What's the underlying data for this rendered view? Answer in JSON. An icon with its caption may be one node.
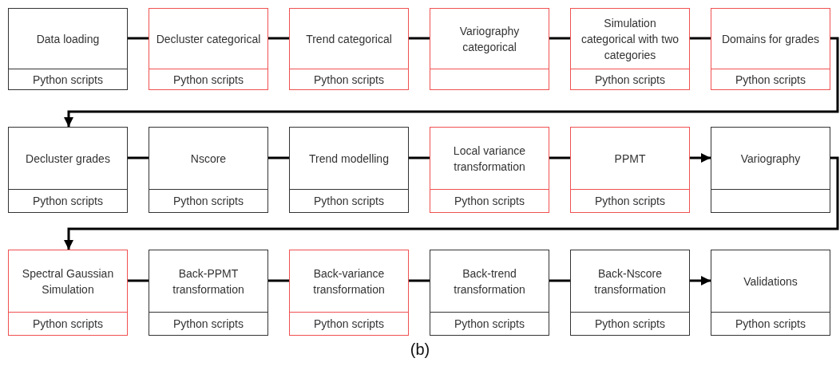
{
  "diagram": {
    "caption": "(b)",
    "nodes": [
      {
        "text": [
          "Data loading",
          "Python scripts"
        ]
      },
      {
        "text": [
          "Decluster categorical",
          "Python scripts"
        ]
      },
      {
        "text": [
          "Trend categorical",
          "Python scripts"
        ]
      },
      {
        "text": [
          "Variography categorical"
        ]
      },
      {
        "text": [
          "Simulation categorical with two categories",
          "Python scripts"
        ]
      },
      {
        "text": [
          "Domains for grades",
          "Python scripts"
        ]
      },
      {
        "text": [
          "Decluster grades",
          "Python scripts"
        ]
      },
      {
        "text": [
          "Nscore",
          "Python scripts"
        ]
      },
      {
        "text": [
          "Trend modelling",
          "Python scripts"
        ]
      },
      {
        "text": [
          "Local variance transformation",
          "Python scripts"
        ]
      },
      {
        "text": [
          "PPMT",
          "Python scripts"
        ]
      },
      {
        "text": [
          "Variography"
        ]
      },
      {
        "text": [
          "Spectral Gaussian Simulation",
          "Python scripts"
        ]
      },
      {
        "text": [
          "Back-PPMT transformation",
          "Python scripts"
        ]
      },
      {
        "text": [
          "Back-variance transformation",
          "Python scripts"
        ]
      },
      {
        "text": [
          "Back-trend transformation",
          "Python scripts"
        ]
      },
      {
        "text": [
          "Back-Nscore transformation",
          "Python scripts"
        ]
      },
      {
        "text": [
          "Validations",
          "Python scripts"
        ]
      }
    ],
    "edges": [
      {
        "from": 0,
        "to": 1,
        "arrow": "none"
      },
      {
        "from": 1,
        "to": 2,
        "arrow": "none"
      },
      {
        "from": 2,
        "to": 3,
        "arrow": "none"
      },
      {
        "from": 3,
        "to": 4,
        "arrow": "none"
      },
      {
        "from": 4,
        "to": 5,
        "arrow": "none"
      },
      {
        "from": 5,
        "to": 6,
        "arrow": "to"
      },
      {
        "from": 6,
        "to": 7,
        "arrow": "none"
      },
      {
        "from": 7,
        "to": 8,
        "arrow": "none"
      },
      {
        "from": 8,
        "to": 9,
        "arrow": "none"
      },
      {
        "from": 9,
        "to": 10,
        "arrow": "none"
      },
      {
        "from": 10,
        "to": 11,
        "arrow": "to"
      },
      {
        "from": 11,
        "to": 12,
        "arrow": "to"
      },
      {
        "from": 12,
        "to": 13,
        "arrow": "none"
      },
      {
        "from": 13,
        "to": 14,
        "arrow": "none"
      },
      {
        "from": 14,
        "to": 15,
        "arrow": "none"
      },
      {
        "from": 15,
        "to": 16,
        "arrow": "none"
      },
      {
        "from": 16,
        "to": 17,
        "arrow": "to"
      }
    ]
  }
}
